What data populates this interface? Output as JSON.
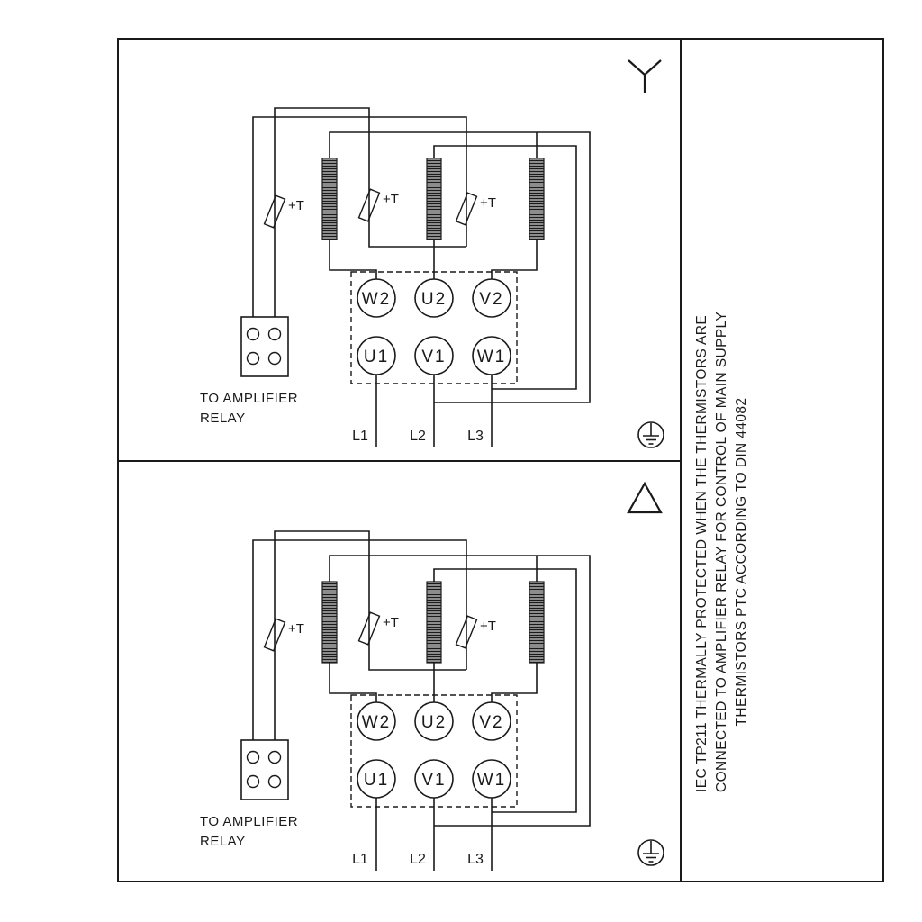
{
  "side_note": {
    "line1": "IEC TP211 THERMALLY PROTECTED WHEN THE THERMISTORS ARE",
    "line2": "CONNECTED TO AMPLIFIER RELAY FOR CONTROL OF MAIN SUPPLY",
    "line3": "THERMISTORS PTC ACCORDING TO DIN 44082"
  },
  "panels": [
    {
      "id": "star",
      "connection_symbol": "star",
      "thermistor_labels": [
        "+T",
        "+T",
        "+T"
      ],
      "terminals_top": [
        "W2",
        "U2",
        "V2"
      ],
      "terminals_bottom": [
        "U1",
        "V1",
        "W1"
      ],
      "supply_lines": [
        "L1",
        "L2",
        "L3"
      ],
      "relay_label": [
        "TO AMPLIFIER",
        "RELAY"
      ]
    },
    {
      "id": "delta",
      "connection_symbol": "delta",
      "thermistor_labels": [
        "+T",
        "+T",
        "+T"
      ],
      "terminals_top": [
        "W2",
        "U2",
        "V2"
      ],
      "terminals_bottom": [
        "U1",
        "V1",
        "W1"
      ],
      "supply_lines": [
        "L1",
        "L2",
        "L3"
      ],
      "relay_label": [
        "TO AMPLIFIER",
        "RELAY"
      ]
    }
  ],
  "colors": {
    "line": "#1a1a1a",
    "background": "#ffffff"
  }
}
